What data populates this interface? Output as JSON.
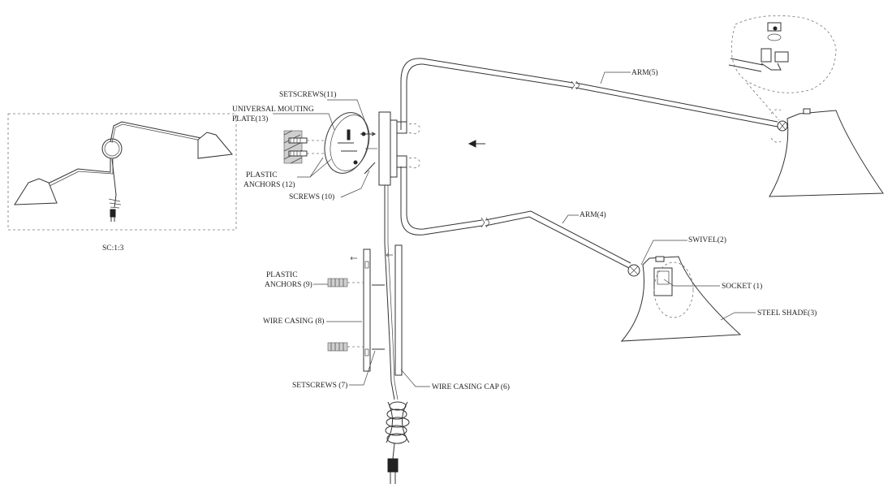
{
  "scale_label": "SC:1:3",
  "labels": {
    "setscrews_11": "SETSCREWS(11)",
    "mounting_plate_1": "UNIVERSAL MOUTING",
    "mounting_plate_2": "PLATE(13)",
    "plastic_anchors_12_a": "PLASTIC",
    "plastic_anchors_12_b": "ANCHORS (12)",
    "screws_10": "SCREWS (10)",
    "arm_5": "ARM(5)",
    "arm_4": "ARM(4)",
    "swivel_2": "SWIVEL(2)",
    "socket_1": "SOCKET (1)",
    "steel_shade_3": "STEEL SHADE(3)",
    "plastic_anchors_9_a": "PLASTIC",
    "plastic_anchors_9_b": "ANCHORS (9)",
    "wire_casing_8": "WIRE CASING (8)",
    "setscrews_7": "SETSCREWS (7)",
    "wire_casing_cap_6": "WIRE CASING  CAP (6)"
  }
}
